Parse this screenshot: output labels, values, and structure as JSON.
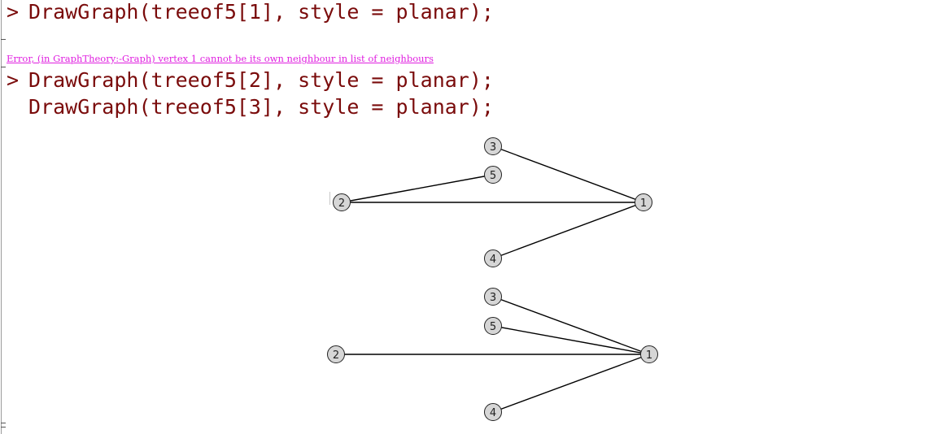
{
  "worksheet": {
    "prompt_symbol": ">",
    "input_1": "DrawGraph(treeof5[1], style = planar);",
    "error_message": "Error, (in GraphTheory:-Graph) vertex 1 cannot be its own neighbour in list of neighbours",
    "input_2": "DrawGraph(treeof5[2], style = planar);",
    "input_3": "DrawGraph(treeof5[3], style = planar);"
  },
  "graph_a": {
    "vertices": [
      "1",
      "2",
      "3",
      "4",
      "5"
    ],
    "edges": [
      [
        "2",
        "5"
      ],
      [
        "2",
        "1"
      ],
      [
        "3",
        "1"
      ],
      [
        "4",
        "1"
      ]
    ]
  },
  "graph_b": {
    "vertices": [
      "1",
      "2",
      "3",
      "4",
      "5"
    ],
    "edges": [
      [
        "2",
        "1"
      ],
      [
        "3",
        "1"
      ],
      [
        "5",
        "1"
      ],
      [
        "4",
        "1"
      ]
    ]
  },
  "colors": {
    "input_text": "#7a0b0b",
    "error_text": "#e020e0",
    "vertex_fill": "#d6d6d6"
  }
}
